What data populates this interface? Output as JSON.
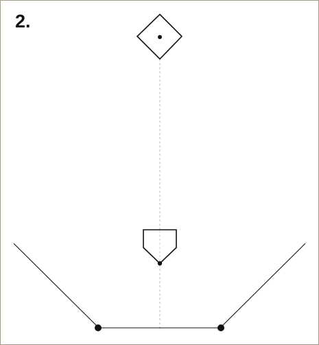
{
  "step_label": "2.",
  "colors": {
    "frame_border": "#a39a8c",
    "stroke": "#111111",
    "guide_line": "#bbbbbb",
    "background": "#ffffff"
  },
  "diagram": {
    "elements": [
      "second-base-diamond",
      "center-guide-line",
      "home-plate",
      "foul-line-left",
      "foul-line-right",
      "baseline-segment"
    ],
    "guide_line_style": "dashed",
    "point_markers": 4
  }
}
